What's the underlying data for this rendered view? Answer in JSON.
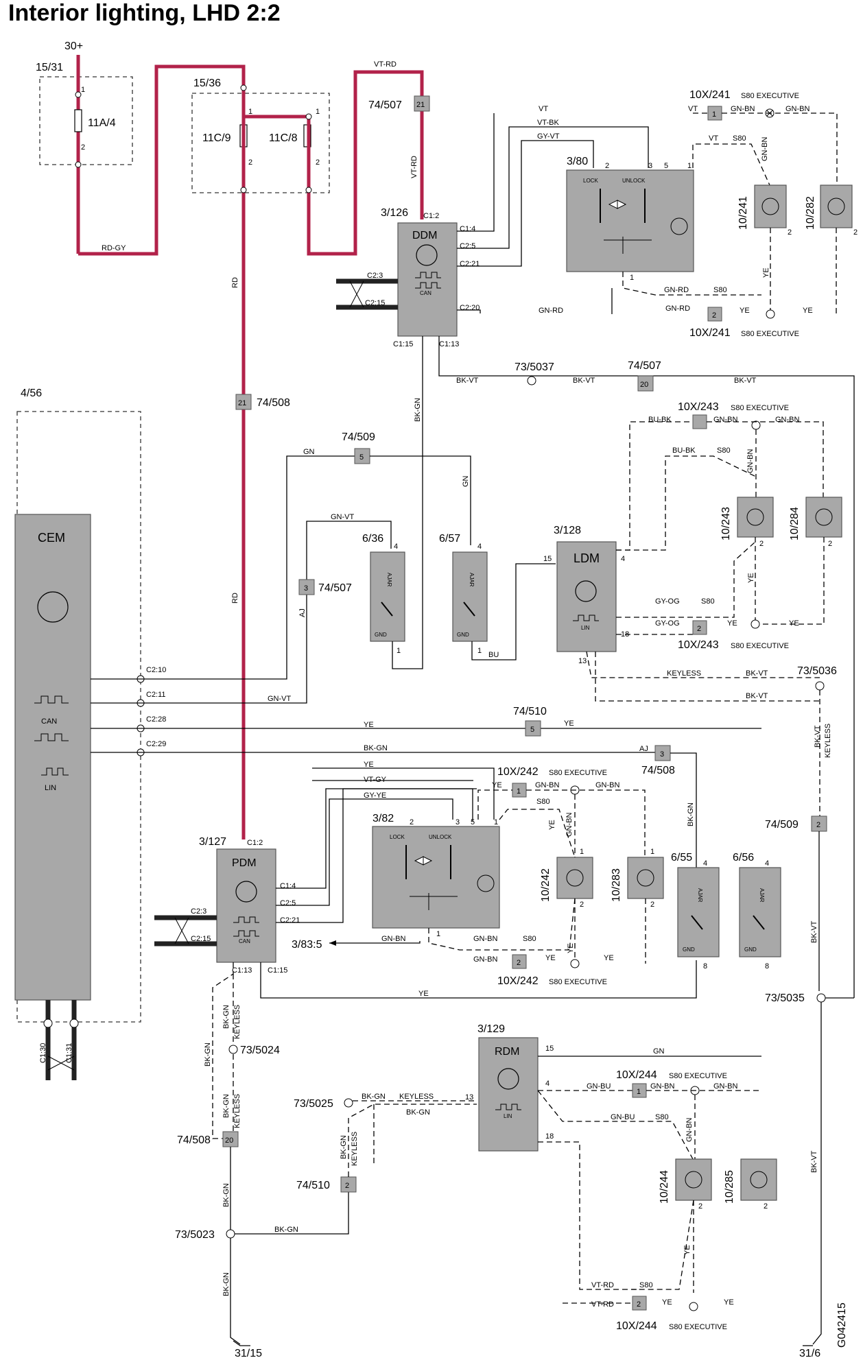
{
  "title": "Interior lighting, LHD 2:2",
  "figure_id": "G042415",
  "modules": {
    "cem": {
      "name": "CEM",
      "ref": "4/56",
      "can": "CAN",
      "lin": "LIN"
    },
    "ddm": {
      "name": "DDM",
      "ref": "3/126",
      "can": "CAN"
    },
    "ldm": {
      "name": "LDM",
      "ref": "3/128",
      "lin": "LIN"
    },
    "pdm": {
      "name": "PDM",
      "ref": "3/127",
      "can": "CAN"
    },
    "rdm": {
      "name": "RDM",
      "ref": "3/129",
      "lin": "LIN"
    }
  },
  "locks": {
    "front_left": {
      "ref": "3/80",
      "lock": "LOCK",
      "unlock": "UNLOCK"
    },
    "front_right": {
      "ref": "3/82",
      "lock": "LOCK",
      "unlock": "UNLOCK"
    },
    "rear_ref": "3/83:5"
  },
  "switches": {
    "s636": {
      "ref": "6/36",
      "ajar": "AJAR",
      "gnd": "GND"
    },
    "s657": {
      "ref": "6/57",
      "ajar": "AJAR",
      "gnd": "GND"
    },
    "s655": {
      "ref": "6/55",
      "ajar": "AJAR",
      "gnd": "GND"
    },
    "s656": {
      "ref": "6/56",
      "ajar": "AJAR",
      "gnd": "GND"
    }
  },
  "lamps": [
    "10/241",
    "10/282",
    "10/243",
    "10/284",
    "10/242",
    "10/283",
    "10/244",
    "10/285"
  ],
  "fuses": {
    "box1": "15/31",
    "fuse1": "11A/4",
    "box2": "15/36",
    "fuse2": "11C/9",
    "fuse3": "11C/8",
    "supply": "30+"
  },
  "grounds": [
    "31/15",
    "31/6"
  ],
  "connectors": {
    "c74_507": "74/507",
    "c74_508": "74/508",
    "c74_509": "74/509",
    "c74_510": "74/510",
    "x241": "10X/241",
    "x243": "10X/243",
    "x242": "10X/242",
    "x244": "10X/244",
    "s80exec": "S80 EXECUTIVE",
    "s80": "S80",
    "keyless": "KEYLESS"
  },
  "splices": [
    "73/5037",
    "73/5036",
    "73/5035",
    "73/5024",
    "73/5025",
    "73/5023"
  ],
  "pins": {
    "c12": "C1:2",
    "c14": "C1:4",
    "c25": "C2:5",
    "c221": "C2:21",
    "c23": "C2:3",
    "c215": "C2:15",
    "c220": "C2:20",
    "c115": "C1:15",
    "c113": "C1:13",
    "c210": "C2:10",
    "c211": "C2:11",
    "c228": "C2:28",
    "c229": "C2:29",
    "c130": "C1:30",
    "c131": "C1:31",
    "aj": "AJ"
  },
  "wires": {
    "rdgy": "RD-GY",
    "rd": "RD",
    "vtrd": "VT-RD",
    "vt": "VT",
    "vtbk": "VT-BK",
    "gyvt": "GY-VT",
    "gnrd": "GN-RD",
    "gnbn": "GN-BN",
    "ye": "YE",
    "bkvt": "BK-VT",
    "bkgn": "BK-GN",
    "gn": "GN",
    "gnvt": "GN-VT",
    "bubk": "BU-BK",
    "bu": "BU",
    "gyog": "GY-OG",
    "vtgy": "VT-GY",
    "gyye": "GY-YE",
    "gnbu": "GN-BU"
  },
  "tagnums": {
    "n1": "1",
    "n2": "2",
    "n3": "3",
    "n5": "5",
    "n20": "20",
    "n21": "21"
  },
  "colors": {
    "power_wire": "#b2224a",
    "module": "#a8a8a8"
  }
}
